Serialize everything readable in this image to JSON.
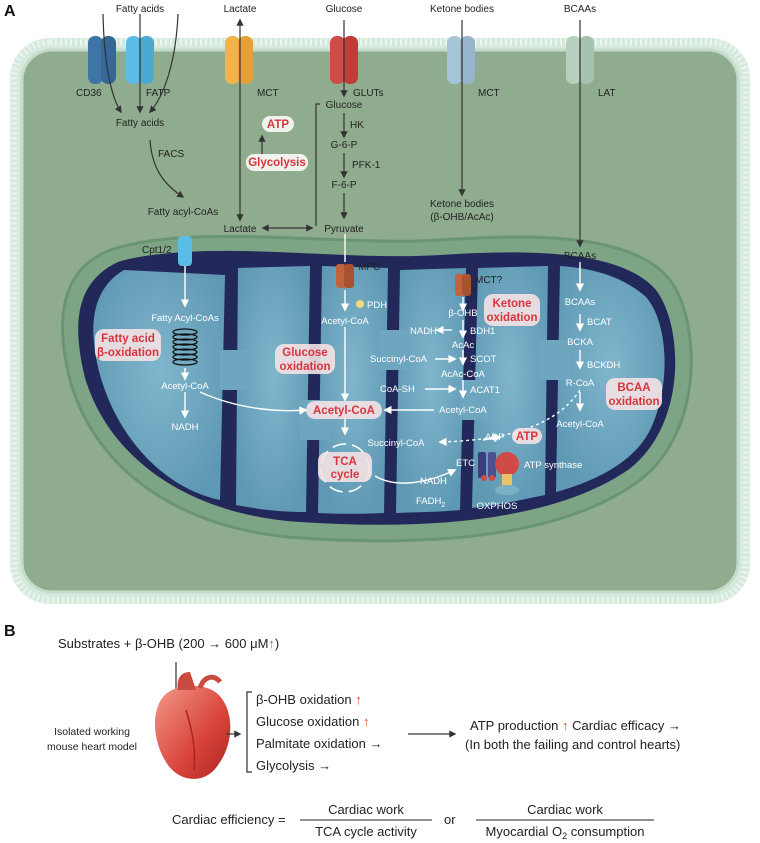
{
  "panel_a": {
    "letter": "A",
    "inputs": {
      "fatty_acids": "Fatty acids",
      "lactate": "Lactate",
      "glucose": "Glucose",
      "ketone_bodies": "Ketone bodies",
      "bcaas": "BCAAs"
    },
    "transporters": {
      "cd36": "CD36",
      "fatp": "FATP",
      "mct_lactate": "MCT",
      "gluts": "GLUTs",
      "mct_ketone": "MCT",
      "lat": "LAT"
    },
    "cytosol": {
      "fatty_acids": "Fatty acids",
      "facs": "FACS",
      "fatty_acyl_coas": "Fatty acyl-CoAs",
      "atp": "ATP",
      "glycolysis": "Glycolysis",
      "lactate": "Lactate",
      "glucose": "Glucose",
      "hk": "HK",
      "g6p": "G-6-P",
      "pfk1": "PFK-1",
      "f6p": "F-6-P",
      "pyruvate": "Pyruvate",
      "ketone_bodies": "Ketone bodies",
      "ketone_bodies_sub": "(β-OHB/AcAc)",
      "bcaas": "BCAAs"
    },
    "mito": {
      "cpt": "Cpt1/2",
      "mpc": "MPC",
      "mct": "MCT?",
      "fatty_acyl_coas": "Fatty Acyl-CoAs",
      "fao_title_1": "Fatty acid",
      "fao_title_2": "β-oxidation",
      "acetyl_coa_left": "Acetyl-CoA",
      "nadh_left": "NADH",
      "pdh": "PDH",
      "acetyl_coa_glucose": "Acetyl-CoA",
      "glucose_ox_1": "Glucose",
      "glucose_ox_2": "oxidation",
      "acetyl_coa_center": "Acetyl-CoA",
      "succinyl_coa": "Succinyl-CoA",
      "tca_1": "TCA",
      "tca_2": "cycle",
      "nadh_tca": "NADH",
      "fadh2": "FADH",
      "fadh2_sub": "2",
      "etc": "ETC",
      "oxphos": "OXPHOS",
      "adp": "ADP",
      "atp": "ATP",
      "atp_synthase": "ATP synthase",
      "b_ohb": "β-OHB",
      "ketone_ox_1": "Ketone",
      "ketone_ox_2": "oxidation",
      "nadh_ketone": "NADH",
      "bdh1": "BDH1",
      "acac": "AcAc",
      "succinyl_coa_k": "Succinyl-CoA",
      "scot": "SCOT",
      "acac_coa": "AcAc-CoA",
      "coa_sh": "CoA-SH",
      "acat1": "ACAT1",
      "acetyl_coa_ketone": "Acetyl-CoA",
      "bcaas": "BCAAs",
      "bcat": "BCAT",
      "bcka": "BCKA",
      "bckdh": "BCKDH",
      "r_coa": "R-CoA",
      "bcaa_ox_1": "BCAA",
      "bcaa_ox_2": "oxidation",
      "acetyl_coa_bcaa": "Acetyl-CoA"
    }
  },
  "panel_b": {
    "letter": "B",
    "substrates": "Substrates + β-OHB (200 → 600 μM",
    "substrates_close": ")",
    "model_1": "Isolated working",
    "model_2": "mouse heart model",
    "results": [
      {
        "text": "β-OHB oxidation",
        "up": true
      },
      {
        "text": "Glucose oxidation",
        "up": true
      },
      {
        "text": "Palmitate oxidation →",
        "up": false
      },
      {
        "text": "Glycolysis →",
        "up": false
      }
    ],
    "outcome_1a": "ATP production",
    "outcome_1b": "Cardiac efficacy →",
    "outcome_2": "(In both the failing and control hearts)",
    "eq_lhs": "Cardiac efficiency =",
    "eq_num1": "Cardiac work",
    "eq_den1": "TCA cycle activity",
    "eq_or": "or",
    "eq_num2": "Cardiac work",
    "eq_den2_a": "Myocardial O",
    "eq_den2_sub": "2",
    "eq_den2_b": " consumption",
    "up_arrow": "↑"
  },
  "colors": {
    "cell": "#8fac8f",
    "membrane_head": "#e3f2e8",
    "mito_inner": "#6ea6c0",
    "mito_outer": "#22295a",
    "label_red": "#d9343c",
    "up_arrow": "#e0502f",
    "cd36": "#3e75a6",
    "fatp": "#5bbce6",
    "mct_lactate": "#f3b24a",
    "gluts": "#d04a47",
    "mct_ketone": "#a7c3d8",
    "lat": "#b6d1c0"
  }
}
